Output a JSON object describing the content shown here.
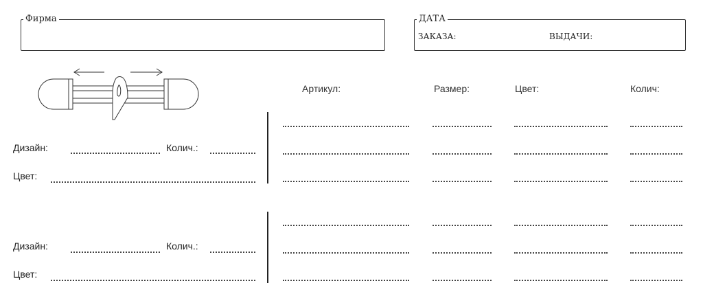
{
  "header": {
    "firm_legend": "Фирма",
    "date_legend": "ДАТА",
    "order_label": "ЗАКАЗА:",
    "issue_label": "ВЫДАЧИ:"
  },
  "columns": {
    "article": "Артикул:",
    "size": "Размер:",
    "color": "Цвет:",
    "qty": "Колич:"
  },
  "blocks": [
    {
      "design_label": "Дизайн:",
      "qty_label": "Колич.:",
      "color_label": "Цвет:"
    },
    {
      "design_label": "Дизайн:",
      "qty_label": "Колич.:",
      "color_label": "Цвет:"
    }
  ]
}
